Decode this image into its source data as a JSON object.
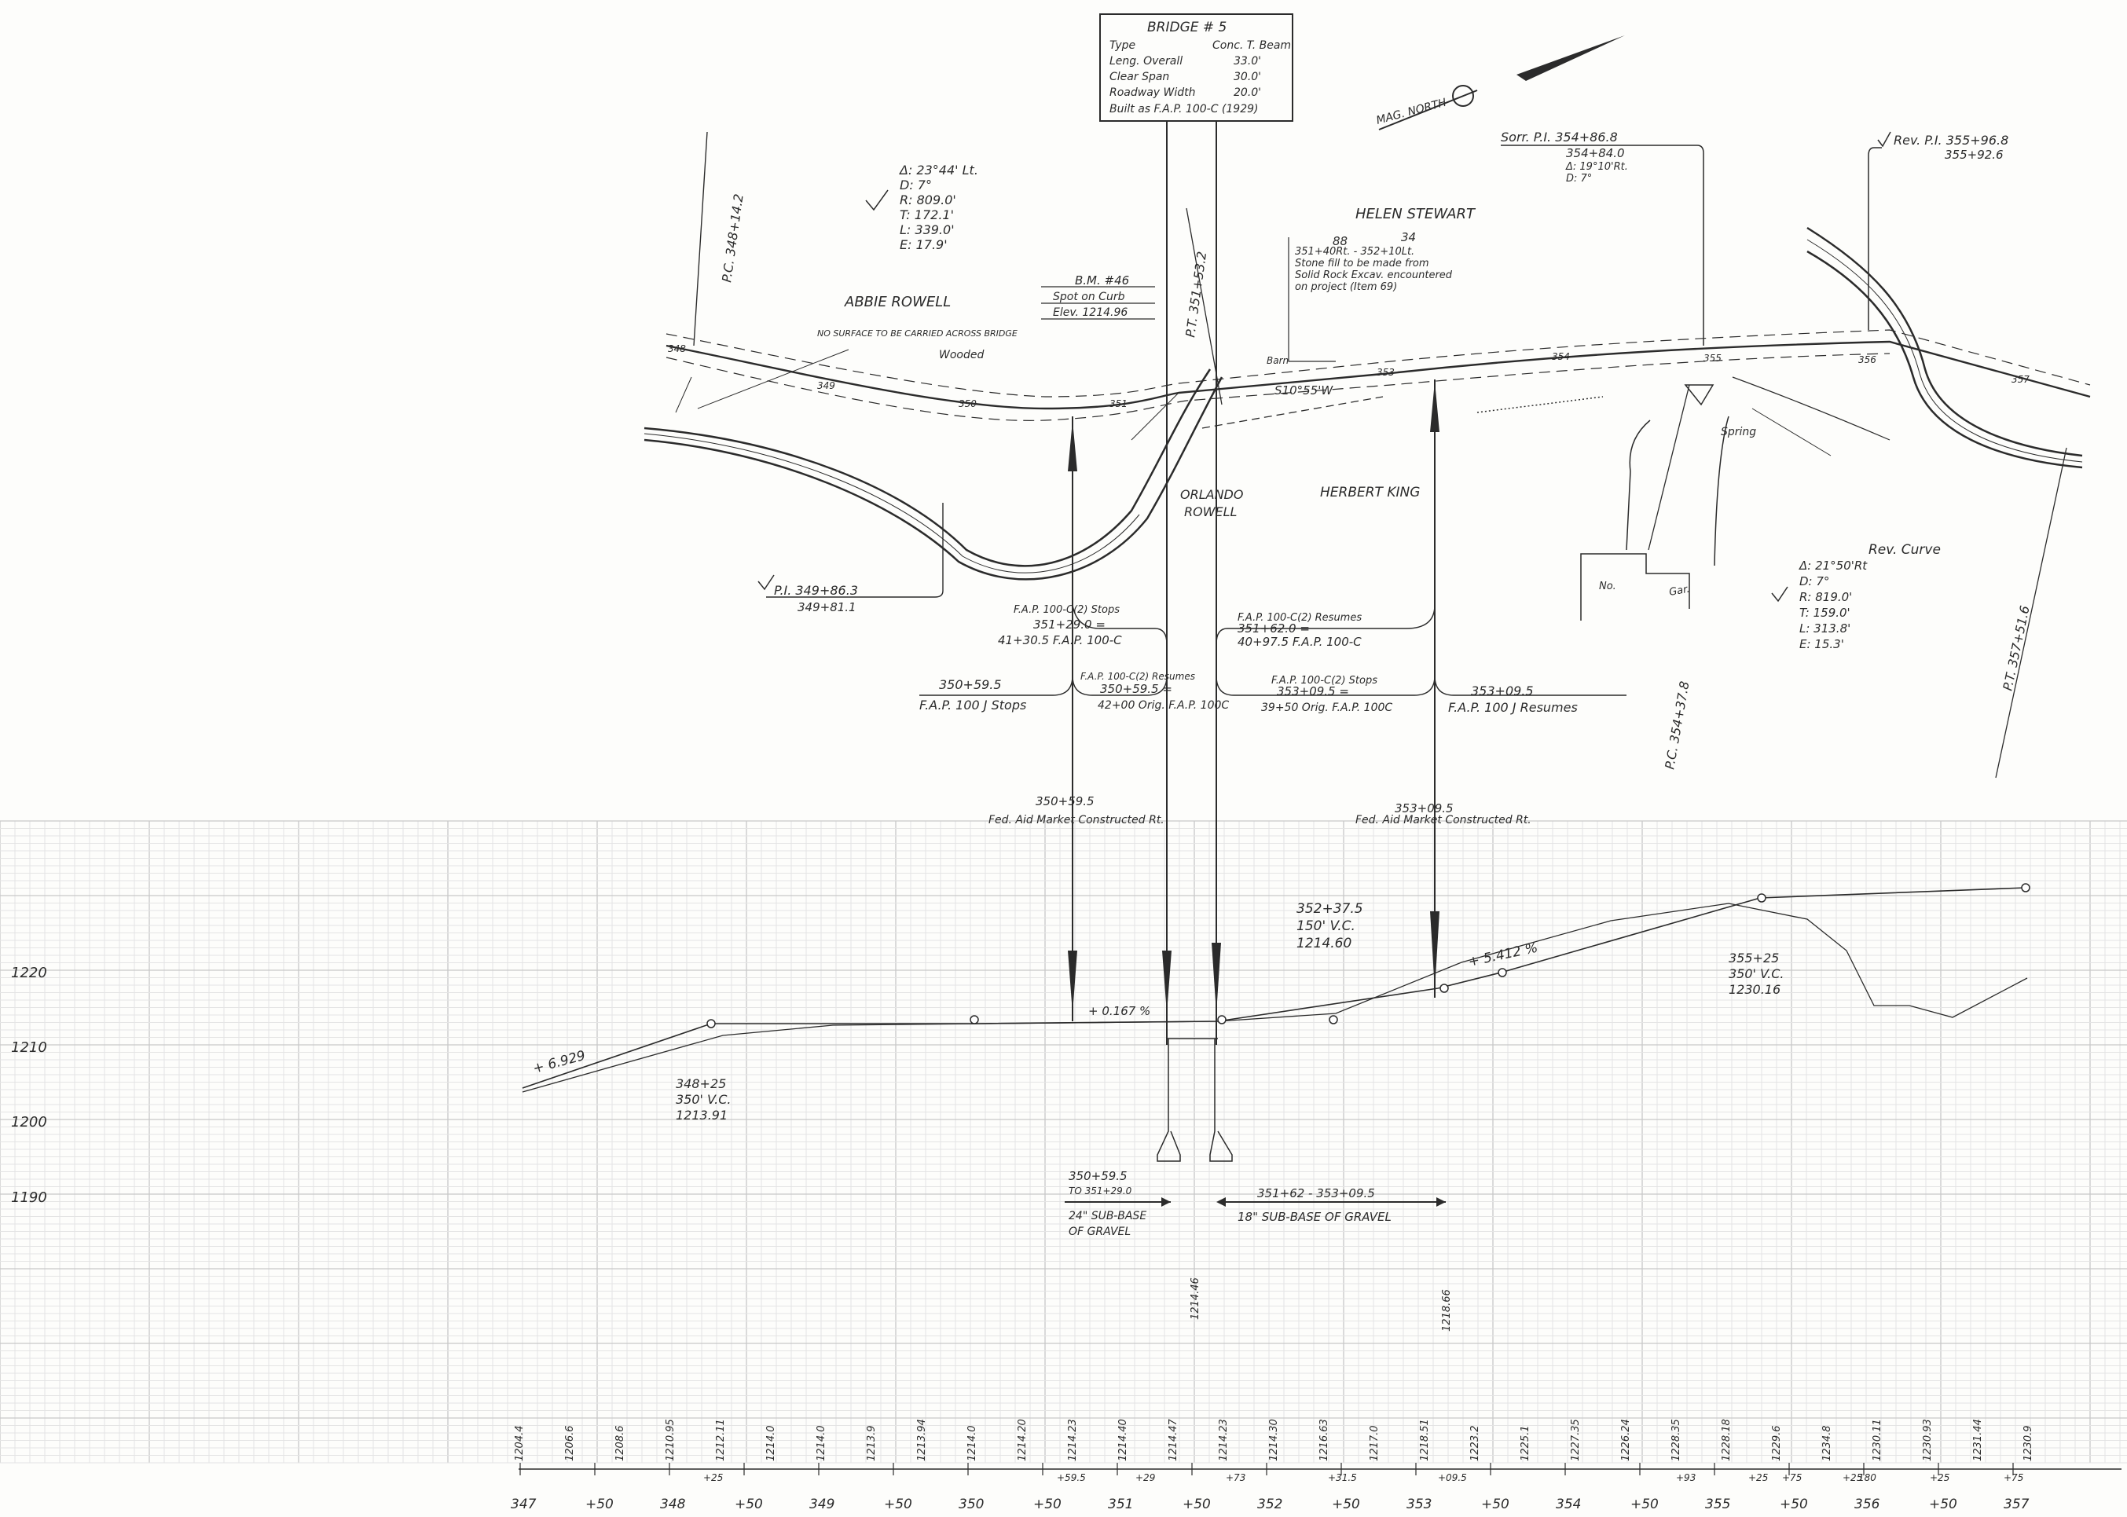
{
  "bridge": {
    "title": "BRIDGE # 5",
    "rows": [
      {
        "label": "Type",
        "value": "Conc. T. Beam"
      },
      {
        "label": "Leng. Overall",
        "value": "33.0'"
      },
      {
        "label": "Clear Span",
        "value": "30.0'"
      },
      {
        "label": "Roadway Width",
        "value": "20.0'"
      }
    ],
    "built": "Built as F.A.P. 100-C (1929)"
  },
  "mag_north": "MAG. NORTH",
  "curve_left": [
    "Δ: 23°44' Lt.",
    "D: 7°",
    "R: 809.0'",
    "T: 172.1'",
    "L: 339.0'",
    "E: 17.9'"
  ],
  "rev_curve": {
    "title": "Rev. Curve",
    "items": [
      "Δ: 21°50'Rt",
      "D: 7°",
      "R: 819.0'",
      "T: 159.0'",
      "L: 313.8'",
      "E: 15.3'"
    ]
  },
  "sorr_pi": [
    "Sorr. P.I. 354+86.8",
    "354+84.0",
    "Δ: 19°10'Rt.",
    "D: 7°"
  ],
  "rev_pi": [
    "Rev. P.I. 355+96.8",
    "355+92.6"
  ],
  "pi_349": [
    "P.I. 349+86.3",
    "349+81.1"
  ],
  "pc_348": "P.C. 348+14.2",
  "pt_351": "P.T. 351+53.2",
  "pc_354": "P.C. 354+37.8",
  "pt_357": "P.T. 357+51.6",
  "bm": [
    "B.M. #46",
    "Spot on Curb",
    "Elev. 1214.96"
  ],
  "owners": {
    "abbie": "ABBIE ROWELL",
    "helen": "HELEN STEWART",
    "orlando": [
      "ORLANDO",
      "ROWELL"
    ],
    "herbert": "HERBERT KING"
  },
  "stone_fill": [
    "351+40Rt. - 352+10Lt.",
    "Stone fill to be made from",
    "Solid Rock Excav. encountered",
    "on project (Item 69)"
  ],
  "helen_nums": [
    "88",
    "34"
  ],
  "no_surface": "NO SURFACE TO BE CARRIED ACROSS BRIDGE",
  "wooded": "Wooded",
  "spring": "Spring",
  "barn": "Barn",
  "no_label": "No.",
  "gar": "Gar.",
  "bearing": "S10°55'W",
  "plan_stations": [
    "348",
    "349",
    "350",
    "351",
    "353",
    "354",
    "355",
    "356",
    "357"
  ],
  "fap": {
    "stops_100c2": [
      "F.A.P. 100-C(2) Stops",
      "351+29.0 =",
      "41+30.5 F.A.P. 100-C"
    ],
    "resumes_100c2": [
      "F.A.P. 100-C(2) Resumes",
      "351+62.0 =",
      "40+97.5 F.A.P. 100-C"
    ],
    "stops_100j": [
      "350+59.5",
      "F.A.P. 100 J Stops"
    ],
    "resumes_100c2_b": [
      "F.A.P. 100-C(2) Resumes",
      "350+59.5 =",
      "42+00 Orig. F.A.P. 100C"
    ],
    "stops_100c2_b": [
      "F.A.P. 100-C(2) Stops",
      "353+09.5 =",
      "39+50 Orig. F.A.P. 100C"
    ],
    "resumes_100j": [
      "353+09.5",
      "F.A.P. 100 J Resumes"
    ]
  },
  "fed_aid_left": [
    "350+59.5",
    "Fed. Aid Market Constructed Rt."
  ],
  "fed_aid_right": [
    "353+09.5",
    "Fed. Aid Market Constructed Rt."
  ],
  "profile": {
    "elev_labels": [
      "1220",
      "1210",
      "1200",
      "1190"
    ],
    "vc_1": [
      "348+25",
      "350' V.C.",
      "1213.91"
    ],
    "vc_2": [
      "352+37.5",
      "150' V.C.",
      "1214.60"
    ],
    "vc_3": [
      "355+25",
      "350' V.C.",
      "1230.16"
    ],
    "grade_1": "+ 6.929",
    "grade_2": "+ 0.167 %",
    "grade_3": "+ 5.412 %",
    "subbase_1": [
      "350+59.5",
      "TO 351+29.0",
      "24\" SUB-BASE",
      "OF GRAVEL"
    ],
    "subbase_2": [
      "351+62 - 353+09.5",
      "18\" SUB-BASE OF GRAVEL"
    ],
    "bridge_elev": "1214.46",
    "fill_elev": "1218.66"
  },
  "station_labels": [
    "347",
    "+50",
    "348",
    "+50",
    "349",
    "+50",
    "350",
    "+50",
    "351",
    "+50",
    "352",
    "+50",
    "353",
    "+50",
    "354",
    "+50",
    "355",
    "+50",
    "356",
    "+50",
    "357"
  ],
  "plus_labels": [
    "+25",
    "+59.5",
    "+29",
    "+73",
    "+31.5",
    "+09.5",
    "+25",
    "+75",
    "+93",
    "+25",
    "180",
    "+25",
    "+75"
  ],
  "elev_pairs": [
    "1204.4",
    "1206.6",
    "1208.6",
    "1210.95",
    "1212.11",
    "1214.0",
    "1214.0",
    "1213.9",
    "1213.94",
    "1214.0",
    "1214.20",
    "1214.23",
    "1214.40",
    "1214.47",
    "1214.23",
    "1214.30",
    "1216.63",
    "1217.0",
    "1218.51",
    "1223.2",
    "1225.1",
    "1227.35",
    "1226.24",
    "1228.35",
    "1228.18",
    "1229.6",
    "1234.8",
    "1230.11",
    "1230.93",
    "1231.44",
    "1230.9"
  ]
}
